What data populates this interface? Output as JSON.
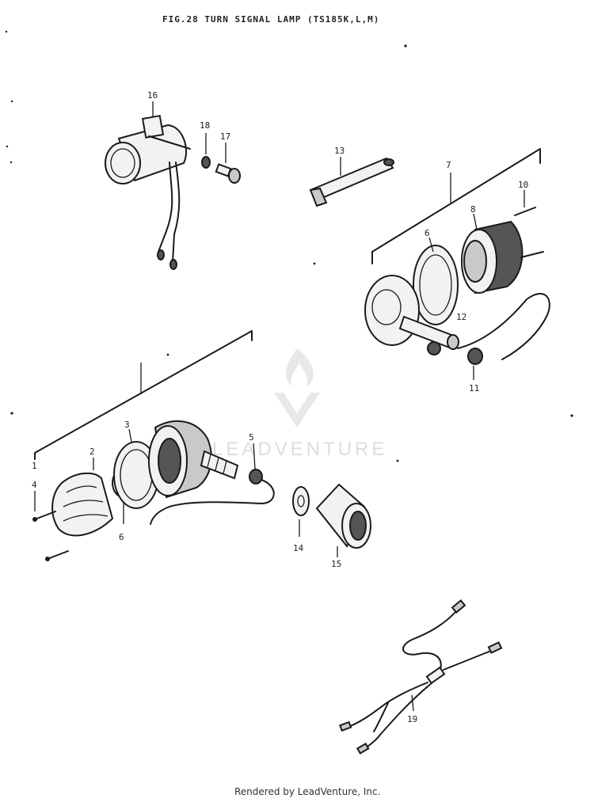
{
  "title": "FIG.28  TURN SIGNAL LAMP (TS185K,L,M)",
  "footer": "Rendered by LeadVenture, Inc.",
  "watermark": {
    "text": "LEADVENTURE",
    "color": "#cfd3d6"
  },
  "part_labels": {
    "p1": "1",
    "p2": "2",
    "p3": "3",
    "p4": "4",
    "p5": "5",
    "p6": "6",
    "p6b": "6",
    "p7": "7",
    "p8": "8",
    "p10": "10",
    "p11": "11",
    "p12": "12",
    "p13": "13",
    "p14": "14",
    "p15": "15",
    "p16": "16",
    "p17": "17",
    "p18": "18",
    "p19": "19"
  }
}
